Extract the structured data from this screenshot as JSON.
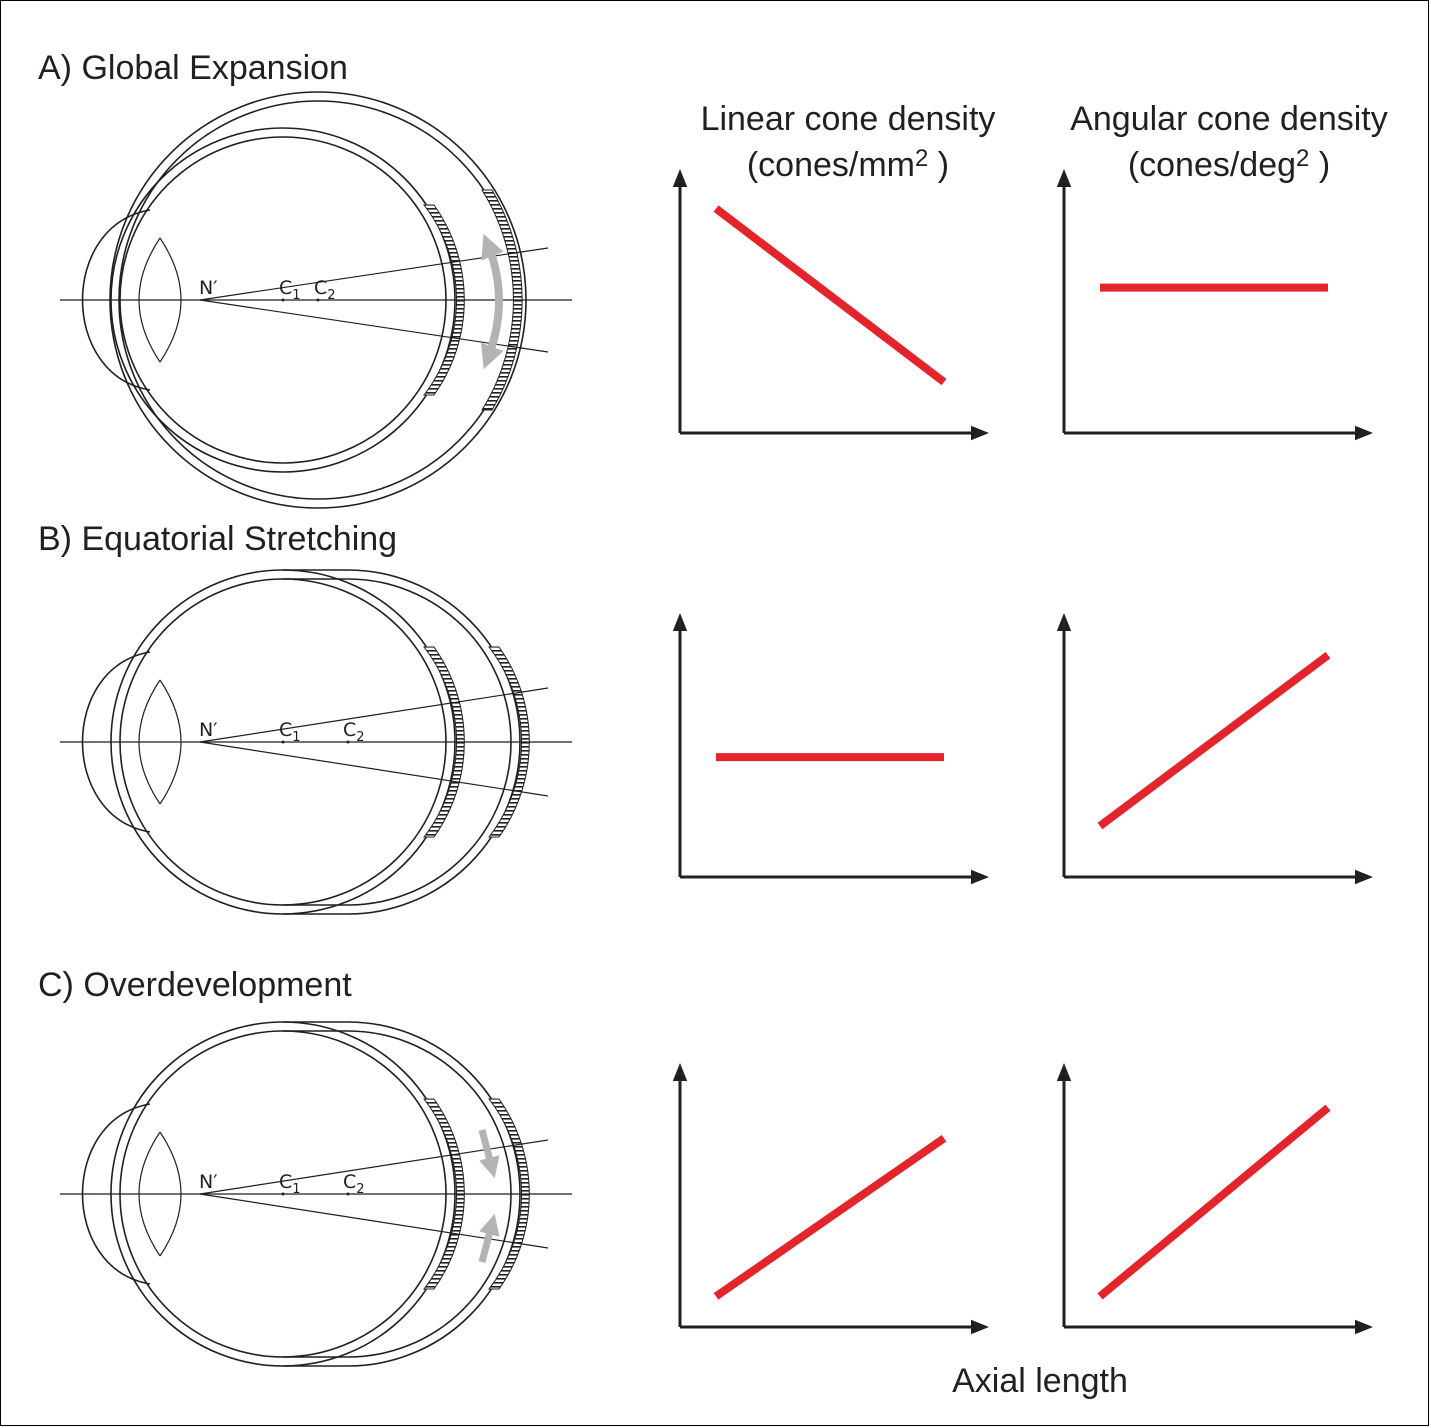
{
  "panels": [
    {
      "key": "a",
      "title": "A)  Global Expansion"
    },
    {
      "key": "b",
      "title": "B) Equatorial Stretching"
    },
    {
      "key": "c",
      "title": "C) Overdevelopment"
    }
  ],
  "column_titles": {
    "linear_line1": "Linear cone density",
    "linear_line2_prefix": "(cones/mm",
    "angular_line1": "Angular cone density",
    "angular_line2_prefix": "(cones/deg",
    "superscript": "2",
    "close_paren": " )"
  },
  "eye_labels": {
    "nodal_point": "N′",
    "center_1_letter": "C",
    "center_1_sub": "1",
    "center_2_letter": "C",
    "center_2_sub": "2"
  },
  "x_axis_label": "Axial length",
  "colors": {
    "trend_line": "#e3242b",
    "arrow_gray": "#b3b3b3",
    "ink": "#231f20"
  },
  "chart_data": [
    {
      "type": "line",
      "panel": "A",
      "metric": "linear",
      "trend": "decreasing",
      "x": [
        0,
        1
      ],
      "y": [
        0.88,
        0.2
      ],
      "xlim": [
        0,
        1
      ],
      "ylim": [
        0,
        1
      ]
    },
    {
      "type": "line",
      "panel": "A",
      "metric": "angular",
      "trend": "constant",
      "x": [
        0,
        1
      ],
      "y": [
        0.57,
        0.57
      ],
      "xlim": [
        0,
        1
      ],
      "ylim": [
        0,
        1
      ]
    },
    {
      "type": "line",
      "panel": "B",
      "metric": "linear",
      "trend": "constant",
      "x": [
        0,
        1
      ],
      "y": [
        0.47,
        0.47
      ],
      "xlim": [
        0,
        1
      ],
      "ylim": [
        0,
        1
      ]
    },
    {
      "type": "line",
      "panel": "B",
      "metric": "angular",
      "trend": "increasing",
      "x": [
        0,
        1
      ],
      "y": [
        0.2,
        0.87
      ],
      "xlim": [
        0,
        1
      ],
      "ylim": [
        0,
        1
      ]
    },
    {
      "type": "line",
      "panel": "C",
      "metric": "linear",
      "trend": "increasing",
      "x": [
        0,
        1
      ],
      "y": [
        0.12,
        0.74
      ],
      "xlim": [
        0,
        1
      ],
      "ylim": [
        0,
        1
      ]
    },
    {
      "type": "line",
      "panel": "C",
      "metric": "angular",
      "trend": "increasing",
      "x": [
        0,
        1
      ],
      "y": [
        0.12,
        0.86
      ],
      "xlim": [
        0,
        1
      ],
      "ylim": [
        0,
        1
      ]
    }
  ]
}
